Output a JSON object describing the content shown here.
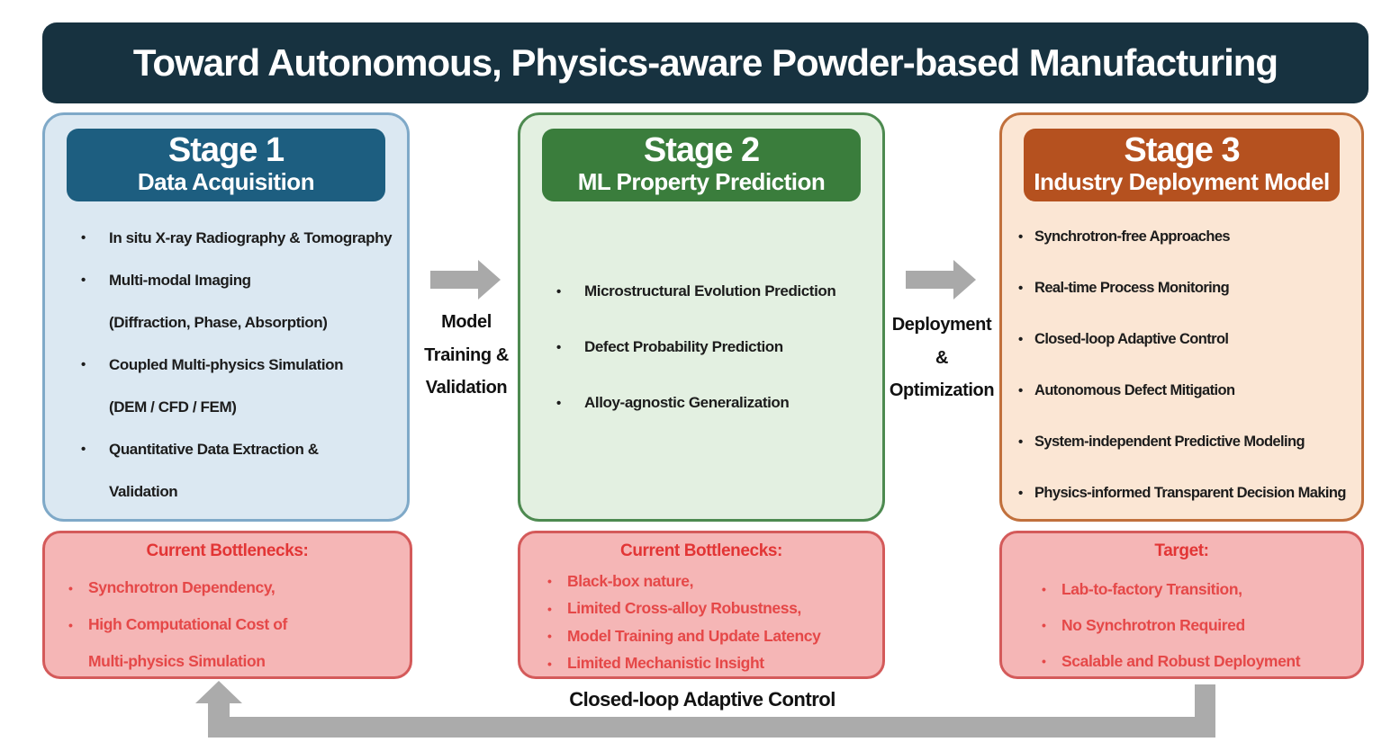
{
  "title": "Toward Autonomous, Physics-aware Powder-based Manufacturing",
  "colors": {
    "title_bar_bg": "#173240",
    "stage1_header": "#1d5e80",
    "stage1_bg": "#dbe8f2",
    "stage1_border": "#7fa9c8",
    "stage2_header": "#3a7d3c",
    "stage2_bg": "#e3f0e1",
    "stage2_border": "#4d8a50",
    "stage3_header": "#b5511f",
    "stage3_bg": "#fbe6d4",
    "stage3_border": "#c1703c",
    "pink_bg": "#f5b6b6",
    "pink_border": "#d45a5a",
    "pink_text": "#e54848",
    "arrow_gray": "#a9a9a9",
    "body_text": "#1c1c1c"
  },
  "stages": [
    {
      "title": "Stage 1",
      "subtitle": "Data Acquisition",
      "items": [
        {
          "bullet": true,
          "text": "In situ X-ray Radiography & Tomography"
        },
        {
          "bullet": true,
          "text": "Multi-modal Imaging"
        },
        {
          "bullet": false,
          "text": "(Diffraction, Phase, Absorption)"
        },
        {
          "bullet": true,
          "text": "Coupled Multi-physics Simulation"
        },
        {
          "bullet": false,
          "text": "(DEM / CFD / FEM)"
        },
        {
          "bullet": true,
          "text": "Quantitative Data Extraction &"
        },
        {
          "bullet": false,
          "text": "Validation"
        }
      ],
      "bottom_box": {
        "title": "Current Bottlenecks:",
        "items": [
          {
            "bullet": true,
            "text": "Synchrotron Dependency,"
          },
          {
            "bullet": true,
            "text": "High Computational Cost of"
          },
          {
            "bullet": false,
            "text": "Multi-physics Simulation"
          }
        ]
      }
    },
    {
      "title": "Stage 2",
      "subtitle": "ML Property Prediction",
      "items": [
        {
          "bullet": true,
          "text": "Microstructural Evolution Prediction"
        },
        {
          "bullet": true,
          "text": "Defect Probability Prediction"
        },
        {
          "bullet": true,
          "text": "Alloy-agnostic Generalization"
        }
      ],
      "bottom_box": {
        "title": "Current Bottlenecks:",
        "items": [
          {
            "bullet": true,
            "text": "Black-box nature,"
          },
          {
            "bullet": true,
            "text": "Limited Cross-alloy Robustness,"
          },
          {
            "bullet": true,
            "text": "Model Training and Update Latency"
          },
          {
            "bullet": true,
            "text": "Limited Mechanistic Insight"
          }
        ]
      }
    },
    {
      "title": "Stage 3",
      "subtitle": "Industry Deployment Model",
      "items": [
        {
          "bullet": true,
          "text": "Synchrotron-free Approaches"
        },
        {
          "bullet": true,
          "text": "Real-time Process Monitoring"
        },
        {
          "bullet": true,
          "text": "Closed-loop Adaptive Control"
        },
        {
          "bullet": true,
          "text": "Autonomous Defect Mitigation"
        },
        {
          "bullet": true,
          "text": "System-independent Predictive Modeling"
        },
        {
          "bullet": true,
          "text": "Physics-informed Transparent Decision Making"
        }
      ],
      "bottom_box": {
        "title": "Target:",
        "items": [
          {
            "bullet": true,
            "text": "Lab-to-factory Transition,"
          },
          {
            "bullet": true,
            "text": "No Synchrotron Required"
          },
          {
            "bullet": true,
            "text": "Scalable and Robust Deployment"
          }
        ]
      }
    }
  ],
  "arrows": [
    {
      "icon": "right-arrow-icon",
      "lines": [
        "Model",
        "Training &",
        "Validation"
      ]
    },
    {
      "icon": "right-arrow-icon",
      "lines": [
        "Deployment",
        "&",
        "Optimization"
      ]
    }
  ],
  "feedback_arrow": {
    "icon": "loop-up-arrow-icon",
    "label": "Closed-loop Adaptive Control"
  }
}
